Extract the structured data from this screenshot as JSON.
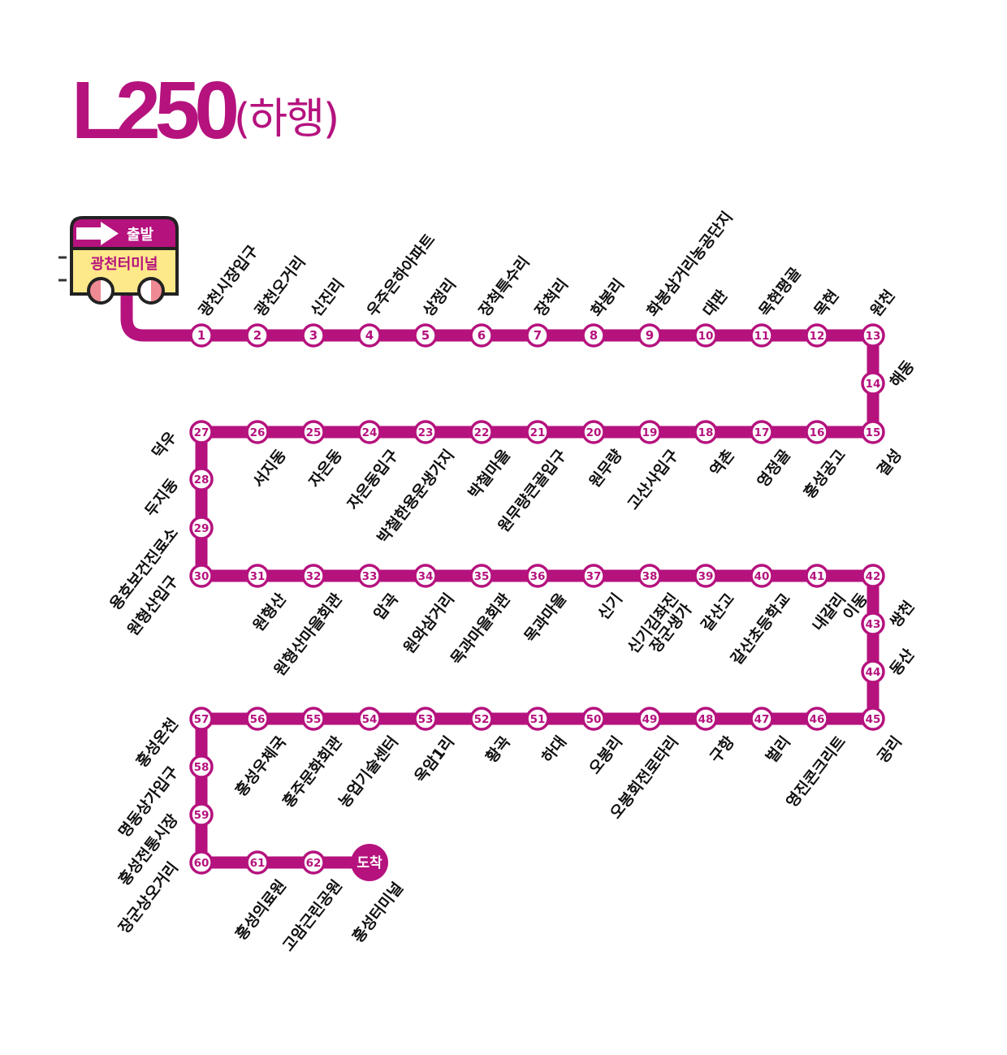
{
  "title": {
    "route": "L250",
    "direction": "(하행)"
  },
  "colors": {
    "line": "#b5127e",
    "bus_top": "#b5127e",
    "bus_body": "#fde88a",
    "wheel": "#ee8a93",
    "text": "#111111"
  },
  "bus": {
    "depart_label": "출발",
    "terminal_name": "광천터미널",
    "icon": "bus-icon",
    "arrow_icon": "arrow-right-icon"
  },
  "arrival": {
    "label": "도착",
    "terminal_name": "홍성터미널"
  },
  "stops": [
    {
      "no": "1",
      "name": "광천시장입구"
    },
    {
      "no": "2",
      "name": "광천오거리"
    },
    {
      "no": "3",
      "name": "신진리"
    },
    {
      "no": "4",
      "name": "우주은하아파트"
    },
    {
      "no": "5",
      "name": "상정리"
    },
    {
      "no": "6",
      "name": "장척특수리"
    },
    {
      "no": "7",
      "name": "장척리"
    },
    {
      "no": "8",
      "name": "화봉리"
    },
    {
      "no": "9",
      "name": "화봉삼거리농공단지"
    },
    {
      "no": "10",
      "name": "대판"
    },
    {
      "no": "11",
      "name": "목현평골"
    },
    {
      "no": "12",
      "name": "목현"
    },
    {
      "no": "13",
      "name": "원천"
    },
    {
      "no": "14",
      "name": "해동"
    },
    {
      "no": "15",
      "name": "결성"
    },
    {
      "no": "16",
      "name": "홍성공고"
    },
    {
      "no": "17",
      "name": "영정골"
    },
    {
      "no": "18",
      "name": "역촌"
    },
    {
      "no": "19",
      "name": "고산사입구"
    },
    {
      "no": "20",
      "name": "원무량"
    },
    {
      "no": "21",
      "name": "원무량큰골입구"
    },
    {
      "no": "22",
      "name": "박철마을"
    },
    {
      "no": "23",
      "name": "박철한용운생가지"
    },
    {
      "no": "24",
      "name": "자은동입구"
    },
    {
      "no": "25",
      "name": "자은동"
    },
    {
      "no": "26",
      "name": "서지동"
    },
    {
      "no": "27",
      "name": "덕우"
    },
    {
      "no": "28",
      "name": "두지동"
    },
    {
      "no": "29",
      "name": "용호보건진료소"
    },
    {
      "no": "30",
      "name": "원형산입구"
    },
    {
      "no": "31",
      "name": "원형산"
    },
    {
      "no": "32",
      "name": "원형산마을회관"
    },
    {
      "no": "33",
      "name": "압곡"
    },
    {
      "no": "34",
      "name": "원와삼거리"
    },
    {
      "no": "35",
      "name": "목과마을회관"
    },
    {
      "no": "36",
      "name": "목과마을"
    },
    {
      "no": "37",
      "name": "신기"
    },
    {
      "no": "38",
      "name": "신기김좌진\n장군생가"
    },
    {
      "no": "39",
      "name": "갈산고"
    },
    {
      "no": "40",
      "name": "갈산초등학교"
    },
    {
      "no": "41",
      "name": "내갈리"
    },
    {
      "no": "42",
      "name": "이동"
    },
    {
      "no": "43",
      "name": "쌍천"
    },
    {
      "no": "44",
      "name": "동산"
    },
    {
      "no": "45",
      "name": "공리"
    },
    {
      "no": "46",
      "name": "영진콘크리트"
    },
    {
      "no": "47",
      "name": "벌리"
    },
    {
      "no": "48",
      "name": "구항"
    },
    {
      "no": "49",
      "name": "오봉회전로타리"
    },
    {
      "no": "50",
      "name": "오봉리"
    },
    {
      "no": "51",
      "name": "하대"
    },
    {
      "no": "52",
      "name": "황곡"
    },
    {
      "no": "53",
      "name": "옥암1리"
    },
    {
      "no": "54",
      "name": "농업기술센터"
    },
    {
      "no": "55",
      "name": "홍주문화회관"
    },
    {
      "no": "56",
      "name": "홍성우체국"
    },
    {
      "no": "57",
      "name": "홍성온천"
    },
    {
      "no": "58",
      "name": "명동상가입구"
    },
    {
      "no": "59",
      "name": "홍성전통시장"
    },
    {
      "no": "60",
      "name": "장군상오거리"
    },
    {
      "no": "61",
      "name": "홍성의료원"
    },
    {
      "no": "62",
      "name": "고암근린공원"
    }
  ]
}
